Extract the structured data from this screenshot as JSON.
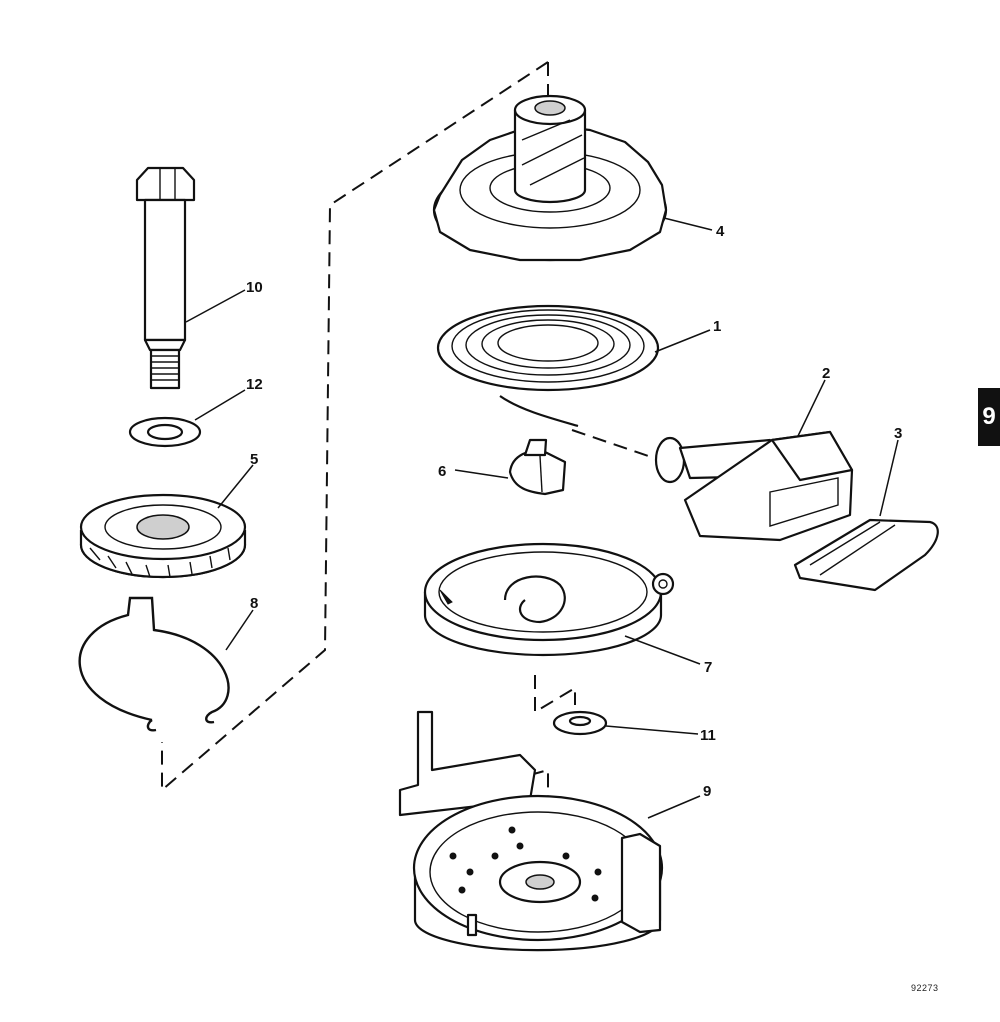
{
  "callouts": {
    "c1": "1",
    "c2": "2",
    "c3": "3",
    "c4": "4",
    "c5": "5",
    "c6": "6",
    "c7": "7",
    "c8": "8",
    "c9": "9",
    "c10": "10",
    "c11": "11",
    "c12": "12"
  },
  "page_tab": "9",
  "drawing_number": "92273",
  "colors": {
    "ink": "#111111",
    "paper": "#ffffff",
    "tab": "#111111"
  }
}
